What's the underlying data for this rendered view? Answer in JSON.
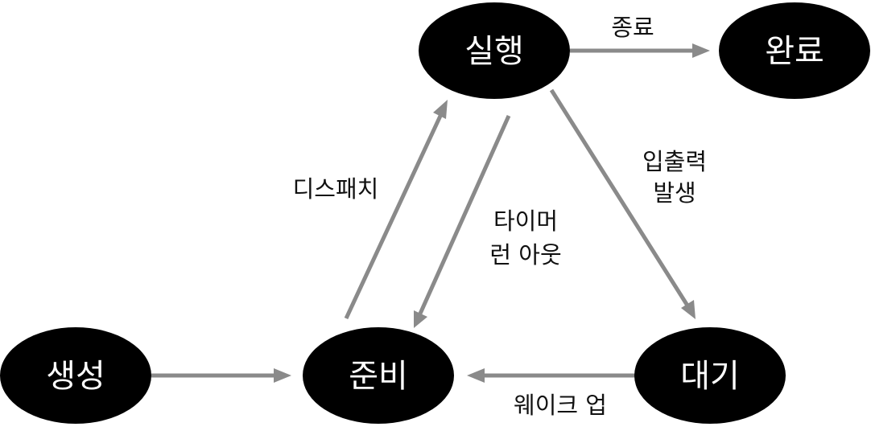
{
  "states": {
    "created": "생성",
    "ready": "준비",
    "running": "실행",
    "done": "완료",
    "waiting": "대기"
  },
  "transitions": {
    "exit": "종료",
    "dispatch": "디스패치",
    "timer_line1": "타이머",
    "timer_line2": "런 아웃",
    "io_line1": "입출력",
    "io_line2": "발생",
    "wakeup": "웨이크 업"
  },
  "colors": {
    "node_fill": "#000000",
    "node_text": "#ffffff",
    "arrow": "#8a8a8a",
    "label_text": "#111111"
  }
}
